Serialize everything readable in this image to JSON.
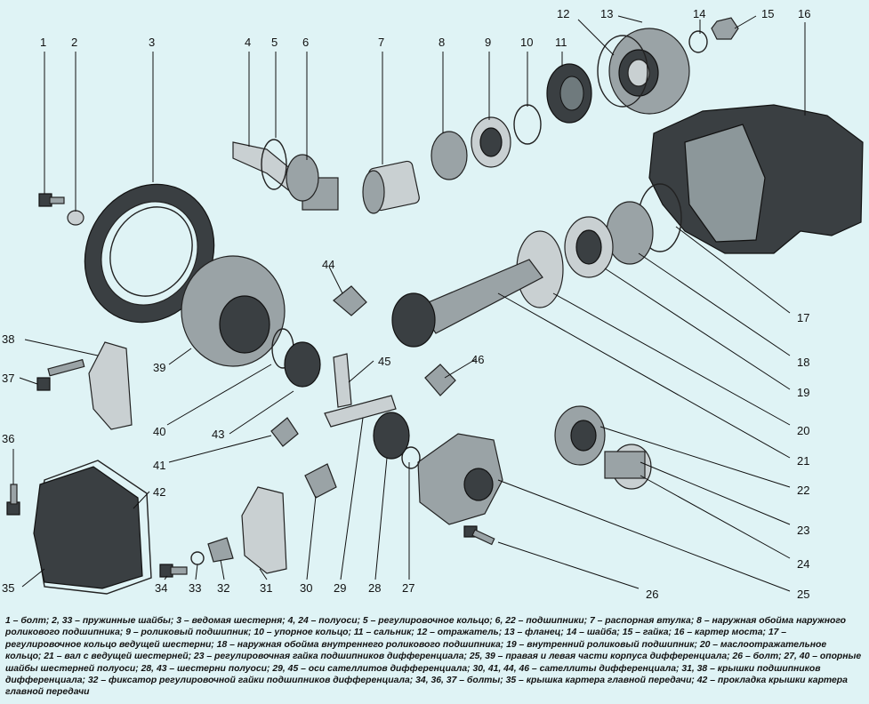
{
  "labels": [
    "1",
    "2",
    "3",
    "4",
    "5",
    "6",
    "7",
    "8",
    "9",
    "10",
    "11",
    "12",
    "13",
    "14",
    "15",
    "16",
    "17",
    "18",
    "19",
    "20",
    "21",
    "22",
    "23",
    "24",
    "25",
    "26",
    "27",
    "28",
    "29",
    "30",
    "31",
    "32",
    "33",
    "34",
    "35",
    "36",
    "37",
    "38",
    "39",
    "40",
    "41",
    "42",
    "43",
    "44",
    "45",
    "46"
  ],
  "caption": "1 – болт; 2, 33 – пружинные шайбы; 3 – ведомая шестерня; 4, 24 – полуоси; 5 – регулировочное кольцо; 6, 22 – подшипники; 7 – распорная втулка; 8 – наружная обойма наружного роликового подшипника; 9 – роликовый подшипник; 10 – упорное кольцо; 11 – сальник; 12 – отражатель; 13 – фланец; 14 – шайба; 15 – гайка; 16 – картер моста; 17 – регулировочное кольцо ведущей шестерни; 18 – наружная обойма внутреннего роликового подшипника; 19 – внутренний роликовый подшипник; 20 – маслоотражательное кольцо; 21 – вал с ведущей шестерней; 23 – регулировочная гайка подшипников дифференциала; 25, 39 – правая и левая части корпуса дифференциала; 26 – болт; 27, 40 – опорные шайбы шестерней полуоси; 28, 43 – шестерни полуоси; 29, 45 – оси сателлитов дифференциала; 30, 41, 44, 46 – сателлиты дифференциала; 31, 38 – крышки подшипников дифференциала; 32 – фиксатор регулировочной гайки подшипников дифференциала; 34, 36, 37 – болты; 35 – крышка картера главной передачи; 42 – прокладка крышки картера главной передачи"
}
